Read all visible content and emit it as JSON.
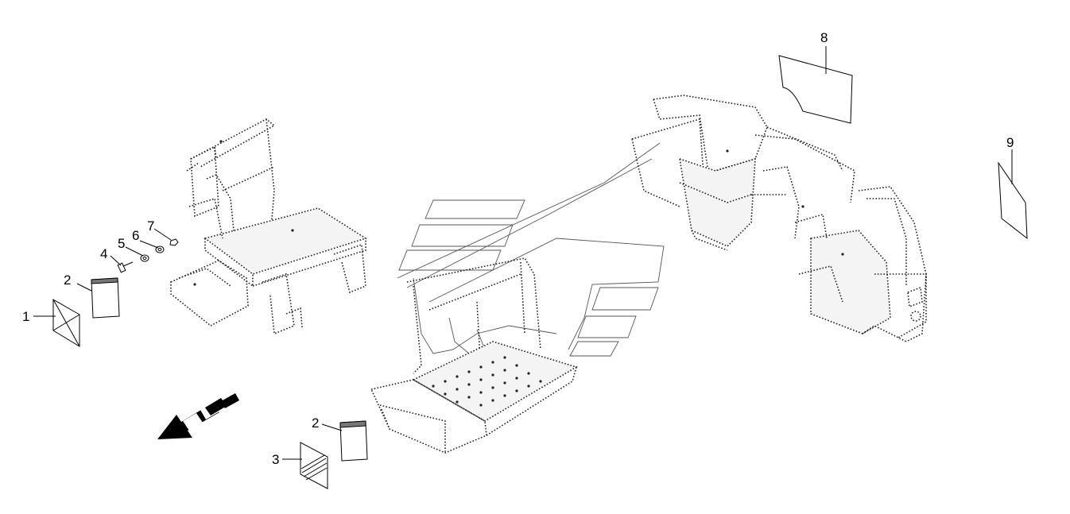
{
  "diagram": {
    "callouts": [
      "1",
      "2",
      "3",
      "4",
      "5",
      "6",
      "7",
      "8",
      "9"
    ],
    "callout_second_2": "2"
  }
}
